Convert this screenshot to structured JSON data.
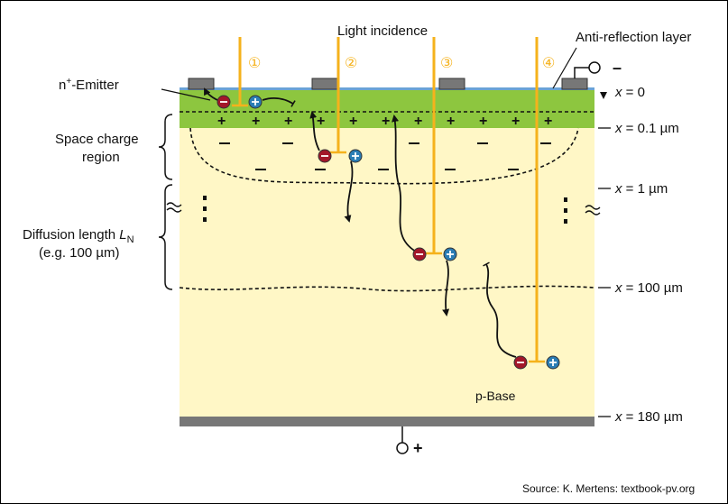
{
  "labels": {
    "light_incidence": "Light incidence",
    "anti_reflection": "Anti-reflection layer",
    "emitter": "n+-Emitter",
    "emitter_sup": "+",
    "emitter_n": "n",
    "emitter_rest": "-Emitter",
    "space_charge_1": "Space charge",
    "space_charge_2": "region",
    "diffusion_1": "Diffusion length ",
    "diffusion_L": "L",
    "diffusion_sub": "N",
    "diffusion_2": "(e.g. 100 µm)",
    "base": "p-Base",
    "source": "Source: K. Mertens: textbook-pv.org"
  },
  "depth_marks": [
    {
      "var": "x",
      "value": "= 0"
    },
    {
      "var": "x",
      "value": "= 0.1 µm"
    },
    {
      "var": "x",
      "value": "= 1 µm"
    },
    {
      "var": "x",
      "value": "= 100 µm"
    },
    {
      "var": "x",
      "value": "= 180 µm"
    }
  ],
  "rays": [
    "①",
    "②",
    "③",
    "④"
  ],
  "terminals": {
    "top": "–",
    "bottom": "+"
  },
  "colors": {
    "emitter": "#8dc63f",
    "base": "#fff7c6",
    "ray": "#f5b21c",
    "contact": "#777777",
    "ar_layer": "#6aa3d6",
    "hole": "#2a7db5",
    "electron": "#a3162a"
  }
}
